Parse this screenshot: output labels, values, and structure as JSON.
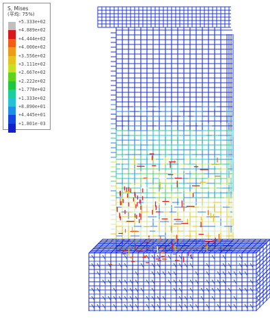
{
  "legend": {
    "title": "S, Mises",
    "subtitle": "(平均: 75%)",
    "labels": [
      "+5.333e+02",
      "+4.889e+02",
      "+4.444e+02",
      "+4.000e+02",
      "+3.556e+02",
      "+3.111e+02",
      "+2.667e+02",
      "+2.222e+02",
      "+1.778e+02",
      "+1.333e+02",
      "+8.890e+01",
      "+4.445e+01",
      "+1.801e-03"
    ],
    "colors": [
      "#bfbfbf",
      "#d8181b",
      "#f25d14",
      "#ee9a1a",
      "#e8c31f",
      "#c9e022",
      "#5fd31b",
      "#1dc742",
      "#1ccf9a",
      "#22c2d4",
      "#1f8ee6",
      "#1547e0",
      "#1122c8"
    ]
  }
}
